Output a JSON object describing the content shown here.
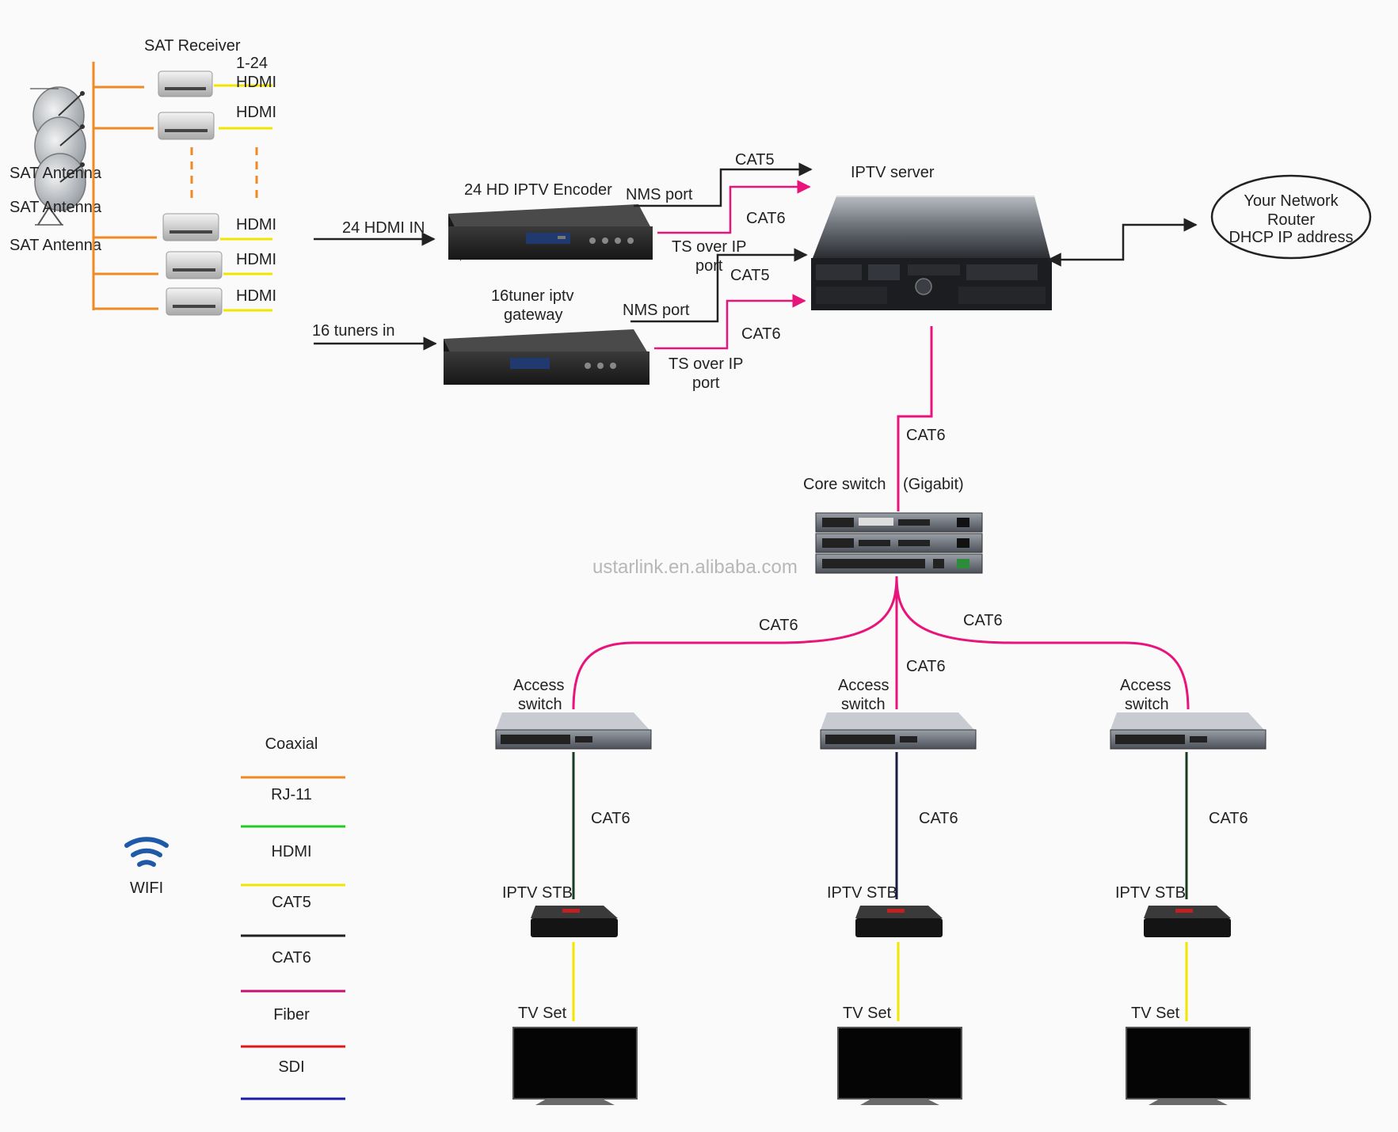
{
  "colors": {
    "coaxial": "#f08a24",
    "rj11": "#22cc22",
    "hdmi": "#f2e600",
    "cat5": "#222222",
    "cat6": "#e8147c",
    "fiber": "#e01818",
    "sdi": "#1a1aa8",
    "stb_link_green": "#1a3c22",
    "stb_link_navy": "#1c1c44"
  },
  "labels": {
    "sat_receiver": "SAT Receiver",
    "range_1_24": "1-24",
    "hdmi": "HDMI",
    "sat_antenna": "SAT Antenna",
    "encoder_title": "24 HD IPTV Encoder",
    "hdmi_in": "24 HDMI IN",
    "gateway_title_1": "16tuner iptv",
    "gateway_title_2": "gateway",
    "tuners_in": "16 tuners in",
    "nms_port": "NMS port",
    "ts_over_ip": "TS over IP",
    "port": "port",
    "cat5": "CAT5",
    "cat6": "CAT6",
    "iptv_server": "IPTV server",
    "router_1": "Your Network",
    "router_2": "Router",
    "router_3": "DHCP IP address",
    "core_switch": "Core switch",
    "gigabit": "(Gigabit)",
    "watermark": "ustarlink.en.alibaba.com",
    "access": "Access",
    "switch": "switch",
    "iptv_stb": "IPTV STB",
    "tv_set": "TV Set",
    "wifi": "WIFI"
  },
  "legend": [
    {
      "label": "Coaxial",
      "color": "#f08a24"
    },
    {
      "label": "RJ-11",
      "color": "#22cc22"
    },
    {
      "label": "HDMI",
      "color": "#f2e600"
    },
    {
      "label": "CAT5",
      "color": "#222222"
    },
    {
      "label": "CAT6",
      "color": "#c4146c"
    },
    {
      "label": "Fiber",
      "color": "#e01818"
    },
    {
      "label": "SDI",
      "color": "#1a1aa8"
    }
  ]
}
